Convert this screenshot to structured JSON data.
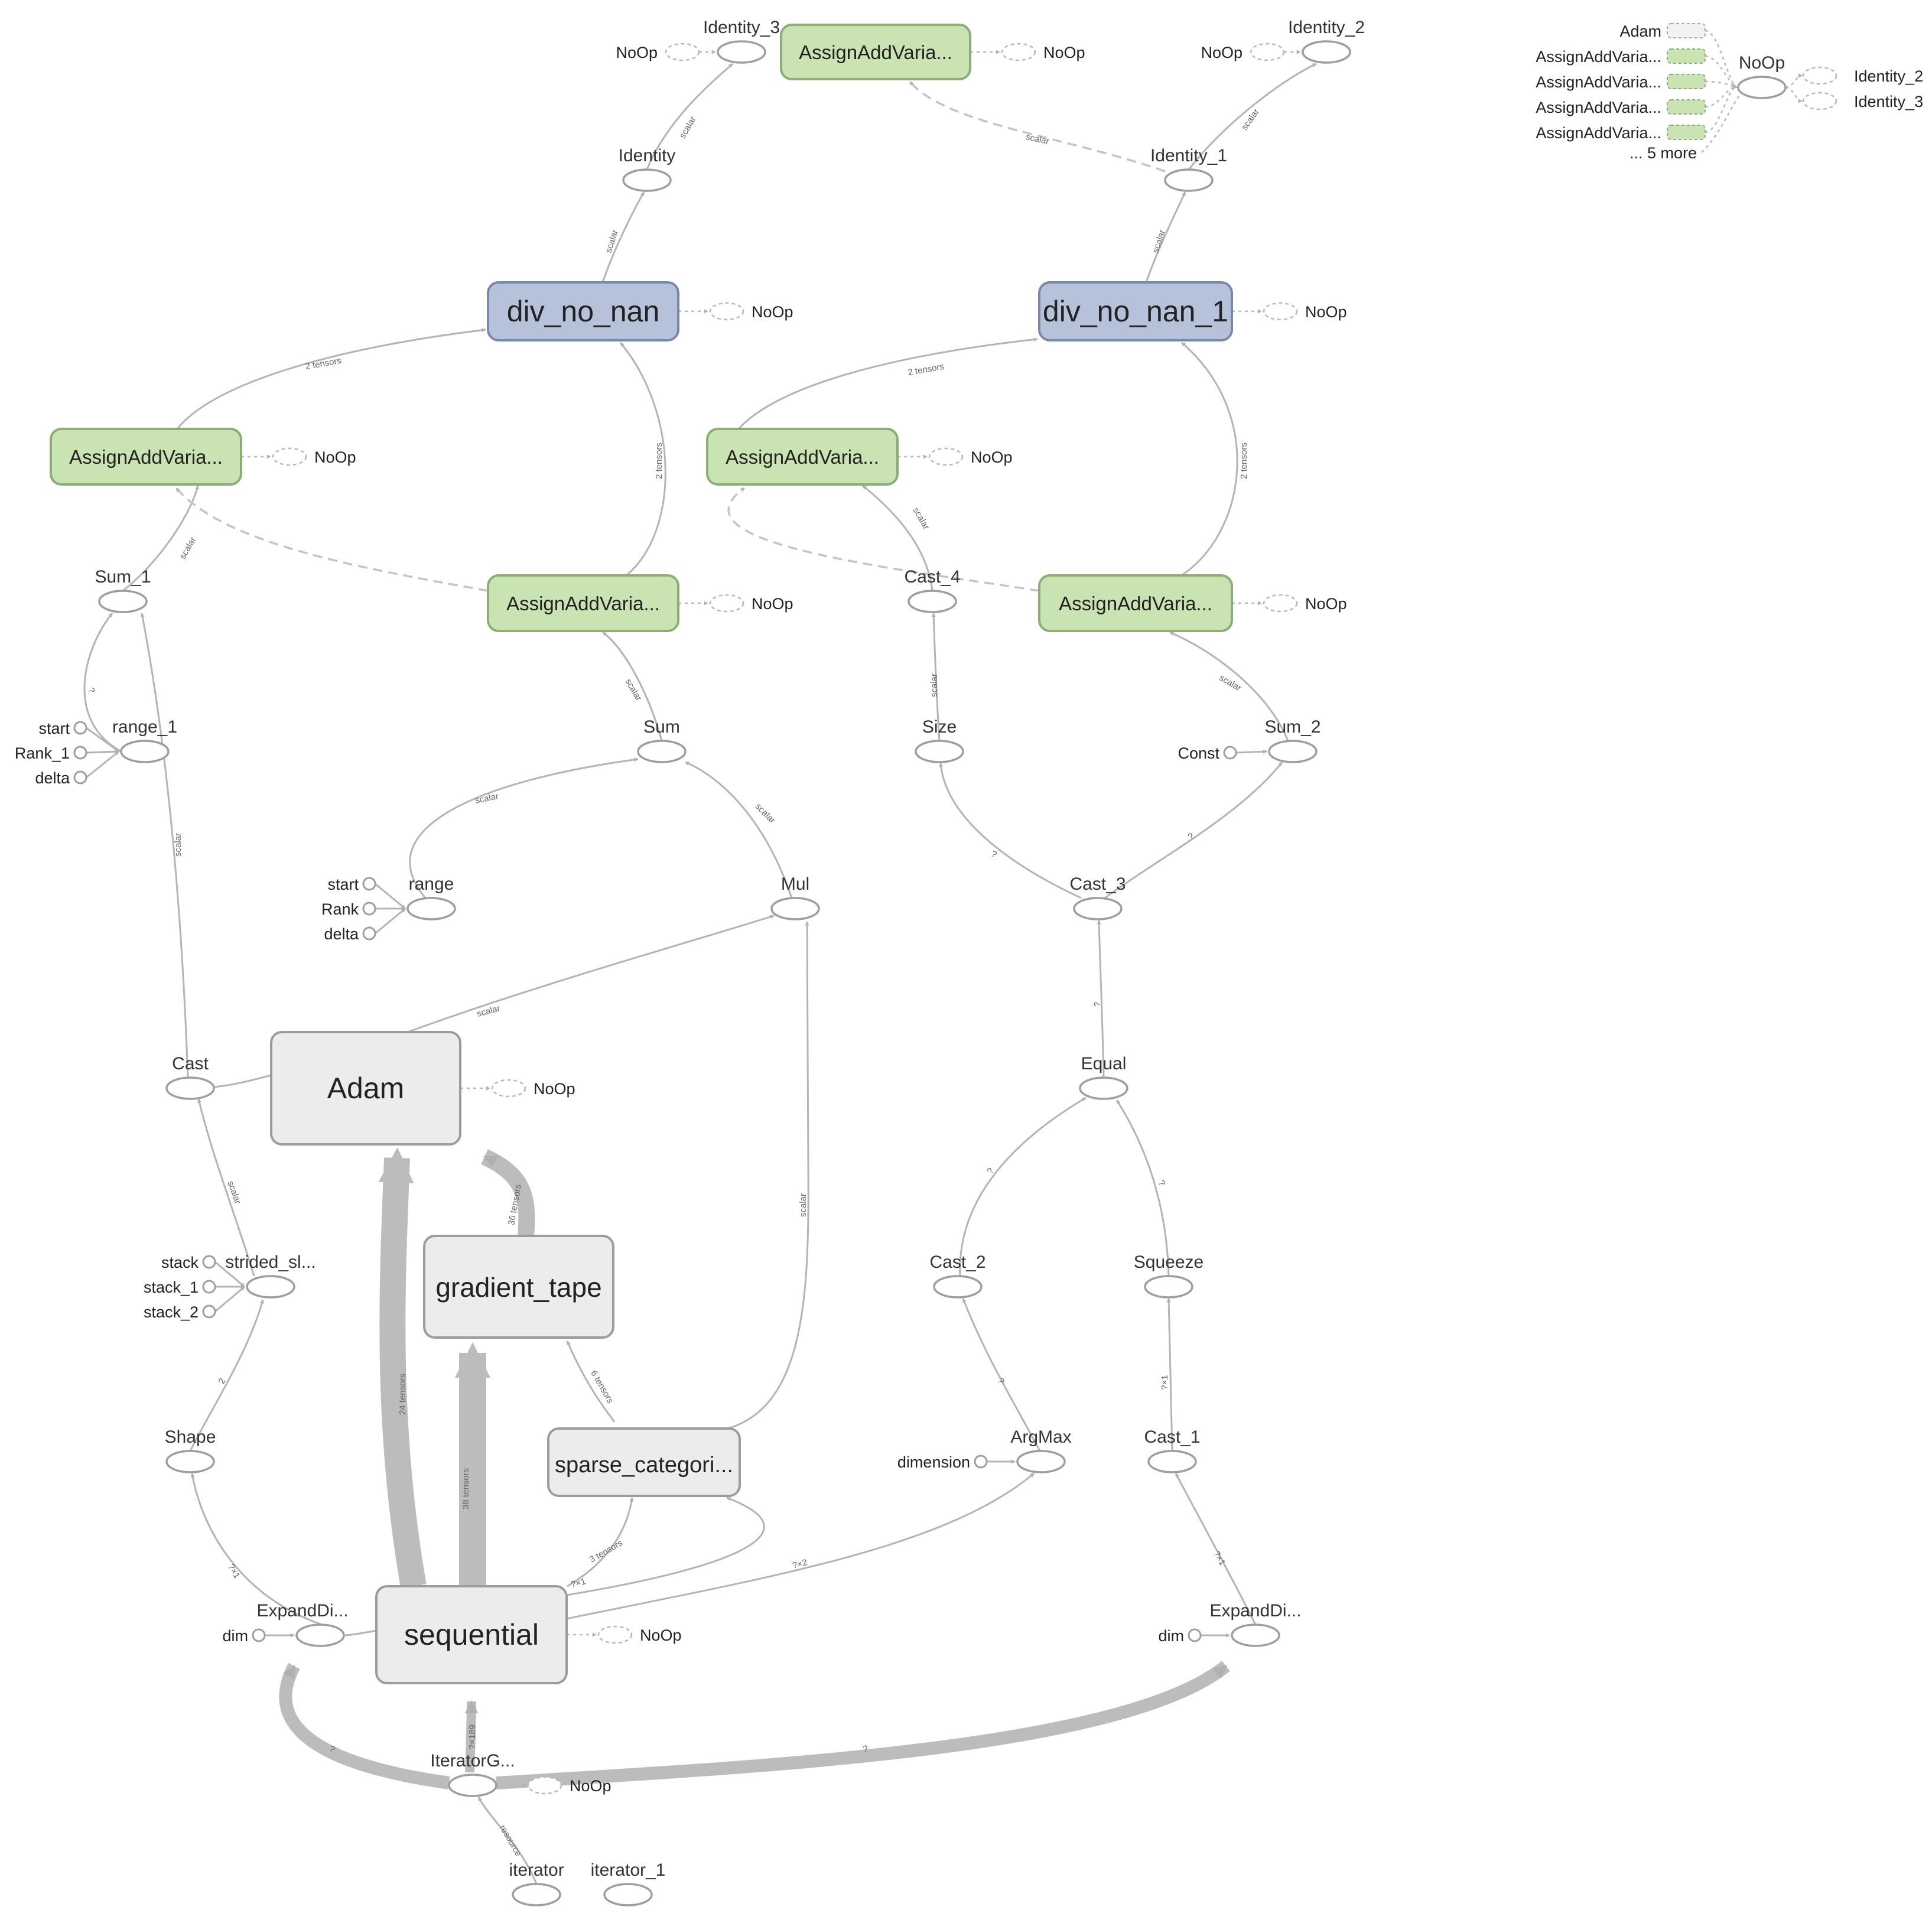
{
  "graph": {
    "colors": {
      "edge": "#b4b4b4",
      "assign_fill": "#c9e3b3",
      "assign_stroke": "#8cad76",
      "div_fill": "#b5c2da",
      "div_stroke": "#7888a8",
      "meta_fill": "#ececec",
      "meta_stroke": "#9c9c9c",
      "mini_plain_fill": "#f2f2f2",
      "mini_plain_stroke": "#aaaaaa"
    },
    "op_nodes": [
      {
        "key": "identity_3",
        "label": "Identity_3",
        "ctrl": "NoOp"
      },
      {
        "key": "identity_2",
        "label": "Identity_2",
        "ctrl": "NoOp"
      },
      {
        "key": "identity",
        "label": "Identity"
      },
      {
        "key": "identity_1",
        "label": "Identity_1"
      },
      {
        "key": "sum_1",
        "label": "Sum_1"
      },
      {
        "key": "cast_4",
        "label": "Cast_4"
      },
      {
        "key": "range_1",
        "label": "range_1"
      },
      {
        "key": "sum",
        "label": "Sum"
      },
      {
        "key": "size",
        "label": "Size"
      },
      {
        "key": "sum_2",
        "label": "Sum_2"
      },
      {
        "key": "range",
        "label": "range"
      },
      {
        "key": "mul",
        "label": "Mul"
      },
      {
        "key": "cast_3",
        "label": "Cast_3"
      },
      {
        "key": "cast",
        "label": "Cast"
      },
      {
        "key": "equal",
        "label": "Equal"
      },
      {
        "key": "strided_slice",
        "label": "strided_sl..."
      },
      {
        "key": "cast_2",
        "label": "Cast_2"
      },
      {
        "key": "squeeze",
        "label": "Squeeze"
      },
      {
        "key": "shape",
        "label": "Shape"
      },
      {
        "key": "argmax",
        "label": "ArgMax"
      },
      {
        "key": "cast_1",
        "label": "Cast_1"
      },
      {
        "key": "expanddims_left",
        "label": "ExpandDi..."
      },
      {
        "key": "expanddims_right",
        "label": "ExpandDi..."
      },
      {
        "key": "iterator_getnext",
        "label": "IteratorG...",
        "ctrl": "NoOp"
      },
      {
        "key": "iterator",
        "label": "iterator"
      },
      {
        "key": "iterator_1",
        "label": "iterator_1"
      }
    ],
    "box_nodes": [
      {
        "key": "assign_top",
        "label": "AssignAddVaria...",
        "kind": "assign",
        "ctrl": "NoOp"
      },
      {
        "key": "div_no_nan",
        "label": "div_no_nan",
        "kind": "div",
        "ctrl": "NoOp"
      },
      {
        "key": "div_no_nan_1",
        "label": "div_no_nan_1",
        "kind": "div",
        "ctrl": "NoOp"
      },
      {
        "key": "assign_l1",
        "label": "AssignAddVaria...",
        "kind": "assign",
        "ctrl": "NoOp"
      },
      {
        "key": "assign_r1",
        "label": "AssignAddVaria...",
        "kind": "assign",
        "ctrl": "NoOp"
      },
      {
        "key": "assign_l2",
        "label": "AssignAddVaria...",
        "kind": "assign",
        "ctrl": "NoOp"
      },
      {
        "key": "assign_r2",
        "label": "AssignAddVaria...",
        "kind": "assign",
        "ctrl": "NoOp"
      },
      {
        "key": "adam",
        "label": "Adam",
        "kind": "meta",
        "ctrl": "NoOp"
      },
      {
        "key": "gradient_tape",
        "label": "gradient_tape",
        "kind": "meta"
      },
      {
        "key": "sparse_cat",
        "label": "sparse_categori...",
        "kind": "meta"
      },
      {
        "key": "sequential",
        "label": "sequential",
        "kind": "meta",
        "ctrl": "NoOp"
      }
    ],
    "const_nodes": [
      {
        "key": "range_1_start",
        "label": "start"
      },
      {
        "key": "range_1_rank",
        "label": "Rank_1"
      },
      {
        "key": "range_1_delta",
        "label": "delta"
      },
      {
        "key": "range_start",
        "label": "start"
      },
      {
        "key": "range_rank",
        "label": "Rank"
      },
      {
        "key": "range_delta",
        "label": "delta"
      },
      {
        "key": "sum_2_const",
        "label": "Const"
      },
      {
        "key": "ss_stack",
        "label": "stack"
      },
      {
        "key": "ss_stack_1",
        "label": "stack_1"
      },
      {
        "key": "ss_stack_2",
        "label": "stack_2"
      },
      {
        "key": "argmax_dim",
        "label": "dimension"
      },
      {
        "key": "ed_left_dim",
        "label": "dim"
      },
      {
        "key": "ed_right_dim",
        "label": "dim"
      }
    ],
    "edge_labels": [
      {
        "key": "l_identity_identity3",
        "text": "scalar"
      },
      {
        "key": "l_div_identity",
        "text": "scalar"
      },
      {
        "key": "l_identity1_identity2",
        "text": "scalar"
      },
      {
        "key": "l_div1_identity1",
        "text": "scalar"
      },
      {
        "key": "l_identity1_assigntop",
        "text": "scalar"
      },
      {
        "key": "l_assignl1_div",
        "text": "2 tensors"
      },
      {
        "key": "l_assignl2_div",
        "text": "2 tensors"
      },
      {
        "key": "l_assignr1_div1",
        "text": "2 tensors"
      },
      {
        "key": "l_assignr2_div1",
        "text": "2 tensors"
      },
      {
        "key": "l_sum1_assignl1",
        "text": "scalar"
      },
      {
        "key": "l_cast4_assignr1",
        "text": "scalar"
      },
      {
        "key": "l_range1_sum1",
        "text": "?"
      },
      {
        "key": "l_sum_assignl2",
        "text": "scalar"
      },
      {
        "key": "l_size_cast4",
        "text": "scalar"
      },
      {
        "key": "l_sum2_assignr2",
        "text": "scalar"
      },
      {
        "key": "l_cast_sum1",
        "text": "scalar"
      },
      {
        "key": "l_range_sum",
        "text": "scalar"
      },
      {
        "key": "l_mul_sum",
        "text": "scalar"
      },
      {
        "key": "l_cast3_size",
        "text": "?"
      },
      {
        "key": "l_cast3_sum2",
        "text": "?"
      },
      {
        "key": "l_adam_mul",
        "text": "scalar"
      },
      {
        "key": "l_equal_cast3",
        "text": "?"
      },
      {
        "key": "l_ss_cast",
        "text": "scalar"
      },
      {
        "key": "l_cast2_equal",
        "text": "?"
      },
      {
        "key": "l_squeeze_equal",
        "text": "?"
      },
      {
        "key": "l_gt_adam",
        "text": "36 tensors"
      },
      {
        "key": "l_sparse_mul",
        "text": "scalar"
      },
      {
        "key": "l_shape_ss",
        "text": "2"
      },
      {
        "key": "l_argmax_cast2",
        "text": "?"
      },
      {
        "key": "l_cast1_squeeze",
        "text": "?×1"
      },
      {
        "key": "l_seq_adam",
        "text": "24 tensors"
      },
      {
        "key": "l_seq_gt",
        "text": "38 tensors"
      },
      {
        "key": "l_sparse_gt",
        "text": "6 tensors"
      },
      {
        "key": "l_ed_shape",
        "text": "?×1"
      },
      {
        "key": "l_seq_sparse",
        "text": "3 tensors"
      },
      {
        "key": "l_seq_sparse2",
        "text": "?×1"
      },
      {
        "key": "l_seq_argmax",
        "text": "?×2"
      },
      {
        "key": "l_ed_cast1",
        "text": "?×1"
      },
      {
        "key": "l_it_seq",
        "text": "?×189"
      },
      {
        "key": "l_it_edleft",
        "text": "?"
      },
      {
        "key": "l_it_edright",
        "text": "?"
      },
      {
        "key": "l_iterator_it",
        "text": "resource"
      }
    ],
    "aux_legend": {
      "title": "NoOp",
      "inputs": [
        {
          "key": "aux_adam",
          "label": "Adam",
          "kind": "plain"
        },
        {
          "key": "aux_a1",
          "label": "AssignAddVaria...",
          "kind": "assign"
        },
        {
          "key": "aux_a2",
          "label": "AssignAddVaria...",
          "kind": "assign"
        },
        {
          "key": "aux_a3",
          "label": "AssignAddVaria...",
          "kind": "assign"
        },
        {
          "key": "aux_a4",
          "label": "AssignAddVaria...",
          "kind": "assign"
        }
      ],
      "more": "... 5 more",
      "outputs": [
        {
          "key": "aux_out_id2",
          "label": "Identity_2"
        },
        {
          "key": "aux_out_id3",
          "label": "Identity_3"
        }
      ]
    }
  }
}
